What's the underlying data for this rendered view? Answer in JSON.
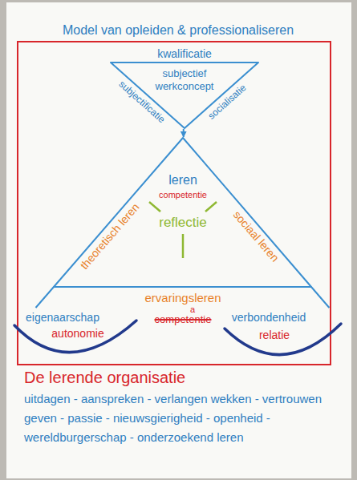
{
  "diagram": {
    "title": "Model van opleiden & professionaliseren",
    "nodes": [
      {
        "text": [
          "kwalificatie",
          "subjectief werkconcept"
        ]
      },
      {
        "text": [
          "leren",
          "competentie",
          "reflectie"
        ]
      }
    ],
    "edges": [
      {
        "from": 0,
        "to": 1,
        "arrow": "to"
      }
    ],
    "labels": [
      "subjectificatie",
      "socialisatie",
      "theoretisch leren",
      "sociaal leren",
      "ervaringsleren",
      "a",
      "competentie",
      "eigenaarschap",
      "autonomie",
      "verbondenheid",
      "relatie",
      "De lerende organisatie",
      "uitdagen - aanspreken - verlangen wekken - vertrouwen geven - passie - nieuwsgierigheid - openheid - wereldburgerschap - onderzoekend leren"
    ]
  }
}
